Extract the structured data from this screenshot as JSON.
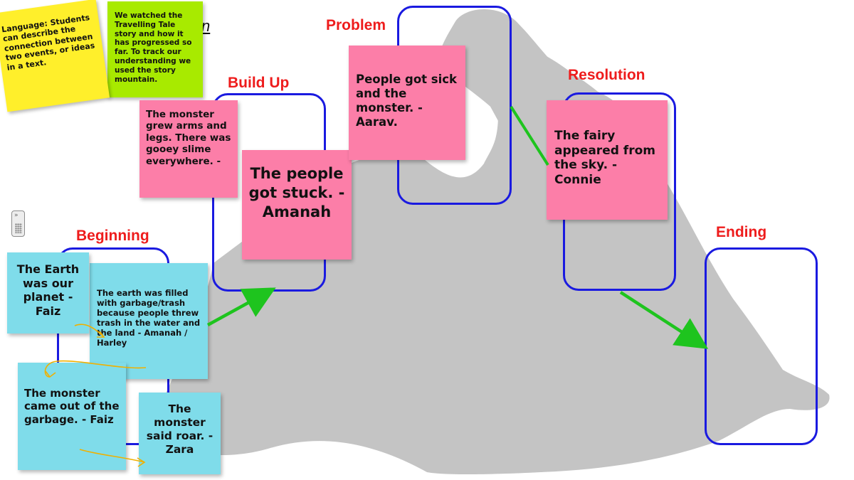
{
  "title_fragment": "n",
  "stages": {
    "beginning": "Beginning",
    "build_up": "Build Up",
    "problem": "Problem",
    "resolution": "Resolution",
    "ending": "Ending"
  },
  "notes": {
    "objective": "Language: Students can describe the connection between two events, or ideas in a text.",
    "context": "We watched the Travelling Tale story and how it has progressed so far. To track our understanding we used the story mountain.",
    "earth_planet": "The Earth was our planet - Faiz",
    "earth_garbage": "The earth was filled with garbage/trash because people threw trash in the water and the land - Amanah / Harley",
    "monster_came": "The monster came out of the garbage. - Faiz",
    "monster_roar": "The monster said roar. - Zara",
    "monster_grew": "The monster grew arms and legs. There was gooey slime everywhere. -",
    "people_stuck": "The people got stuck. - Amanah",
    "people_sick": "People got sick and the monster. - Aarav.",
    "fairy": "The fairy appeared from the sky. - Connie"
  },
  "colors": {
    "mountain": "#c4c4c4",
    "box_border": "#1a1ae0",
    "label": "#ee1c1c",
    "arrow_green": "#1ec41e",
    "doodle": "#f0b000",
    "note_pink": "#fc7ea8",
    "note_blue": "#7fdcea",
    "note_green": "#a8ea00",
    "note_yellow": "#ffef2b"
  },
  "icons": {
    "scroll": "scroll-handle-icon"
  }
}
